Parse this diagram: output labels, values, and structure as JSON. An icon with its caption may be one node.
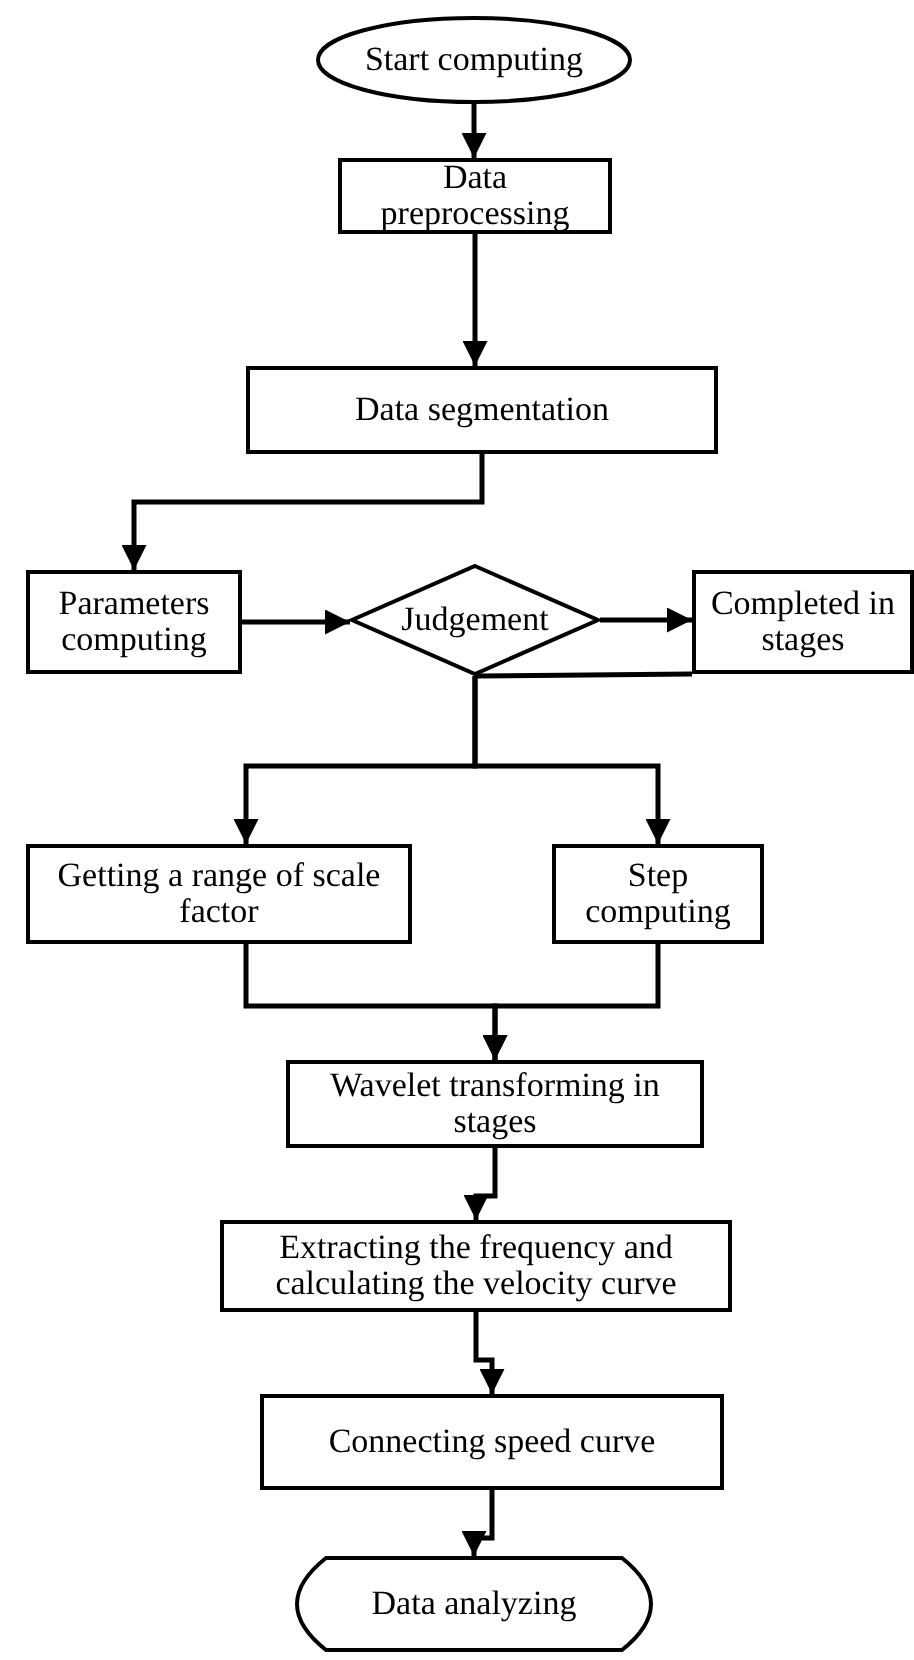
{
  "diagram": {
    "nodes": [
      {
        "text": [
          "Start computing"
        ]
      },
      {
        "text": [
          "Data preprocessing"
        ]
      },
      {
        "text": [
          "Data segmentation"
        ]
      },
      {
        "text": [
          "Parameters computing"
        ]
      },
      {
        "text": [
          "Judgement"
        ]
      },
      {
        "text": [
          "Completed in stages"
        ]
      },
      {
        "text": [
          "Getting a range of scale factor"
        ]
      },
      {
        "text": [
          "Step computing"
        ]
      },
      {
        "text": [
          "Wavelet transforming in stages"
        ]
      },
      {
        "text": [
          "Extracting the frequency and calculating the velocity curve"
        ]
      },
      {
        "text": [
          "Connecting speed curve"
        ]
      },
      {
        "text": [
          "Data analyzing"
        ]
      }
    ],
    "edges": [
      {
        "from": 0,
        "to": 1,
        "arrow": "to"
      },
      {
        "from": 1,
        "to": 2,
        "arrow": "to"
      },
      {
        "from": 2,
        "to": 3,
        "arrow": "to"
      },
      {
        "from": 3,
        "to": 4,
        "arrow": "to"
      },
      {
        "from": 4,
        "to": 5,
        "arrow": "to"
      },
      {
        "from": 5,
        "to": 4,
        "arrow": "none"
      },
      {
        "from": 4,
        "to": 6,
        "arrow": "to"
      },
      {
        "from": 4,
        "to": 7,
        "arrow": "to"
      },
      {
        "from": 6,
        "to": 8,
        "arrow": "to"
      },
      {
        "from": 7,
        "to": 8,
        "arrow": "to"
      },
      {
        "from": 8,
        "to": 9,
        "arrow": "to"
      },
      {
        "from": 9,
        "to": 10,
        "arrow": "to"
      },
      {
        "from": 10,
        "to": 11,
        "arrow": "to"
      }
    ]
  }
}
